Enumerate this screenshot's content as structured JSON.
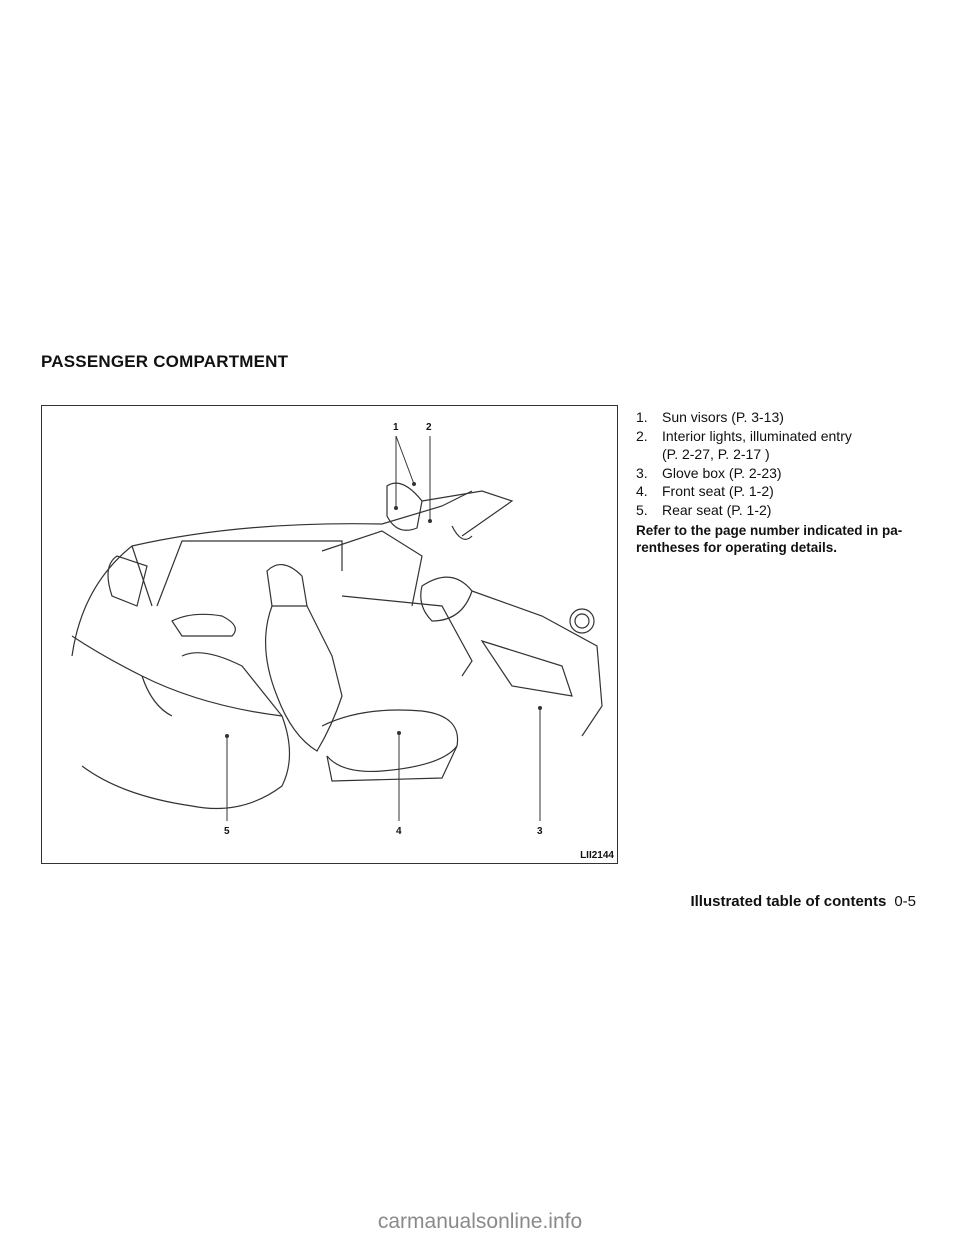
{
  "section_title": "PASSENGER COMPARTMENT",
  "figure": {
    "id": "LII2144",
    "callouts": [
      "1",
      "2",
      "3",
      "4",
      "5"
    ]
  },
  "items": [
    {
      "num": "1.",
      "text": "Sun visors (P. 3-13)"
    },
    {
      "num": "2.",
      "text": "Interior lights, illuminated entry"
    },
    {
      "num": "",
      "text": "(P. 2-27, P. 2-17 )"
    },
    {
      "num": "3.",
      "text": "Glove box (P. 2-23)"
    },
    {
      "num": "4.",
      "text": "Front seat (P. 1-2)"
    },
    {
      "num": "5.",
      "text": "Rear seat (P. 1-2)"
    }
  ],
  "note": "Refer to the page number indicated in pa- rentheses for operating details.",
  "footer": {
    "section": "Illustrated table of contents",
    "page": "0-5"
  },
  "watermark": "carmanualsonline.info"
}
